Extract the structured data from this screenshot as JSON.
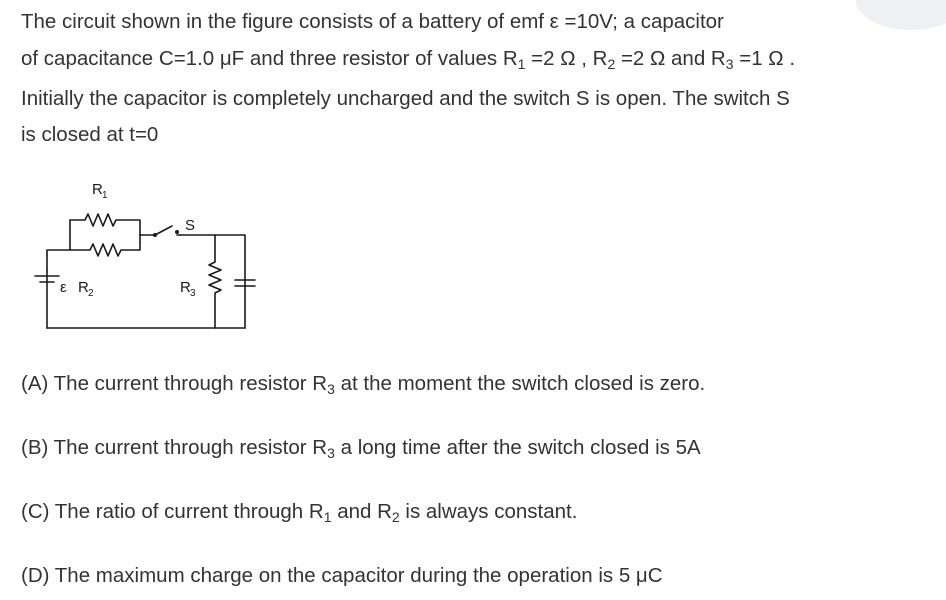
{
  "question": {
    "line1": "The circuit shown in the figure consists of a battery of emf ε =10V; a capacitor",
    "line2_a": "of capacitance C=1.0 μF and three resistor of values R",
    "line2_sub1": "1",
    "line2_b": " =2 Ω , R",
    "line2_sub2": "2",
    "line2_c": " =2 Ω and R",
    "line2_sub3": "3",
    "line2_d": " =1 Ω .",
    "line3": "Initially the capacitor is completely uncharged and the switch S is open. The switch S",
    "line4": "is closed at t=0"
  },
  "figure": {
    "r1_main": "R",
    "r1_sub": "1",
    "r2_main": "R",
    "r2_sub": "2",
    "r3_main": "R",
    "r3_sub": "3",
    "switch": "S",
    "emf": "ε"
  },
  "options": {
    "a_pre": "(A) The current through resistor R",
    "a_sub": "3",
    "a_post": " at the moment the switch closed is zero.",
    "b_pre": "(B) The current through resistor R",
    "b_sub": "3",
    "b_post": " a long time after the switch closed is 5A",
    "c_pre": "(C) The ratio of current through R",
    "c_sub1": "1",
    "c_mid": " and R",
    "c_sub2": "2",
    "c_post": " is always constant.",
    "d_text": "(D) The maximum charge on the capacitor during the operation is 5 μC"
  }
}
